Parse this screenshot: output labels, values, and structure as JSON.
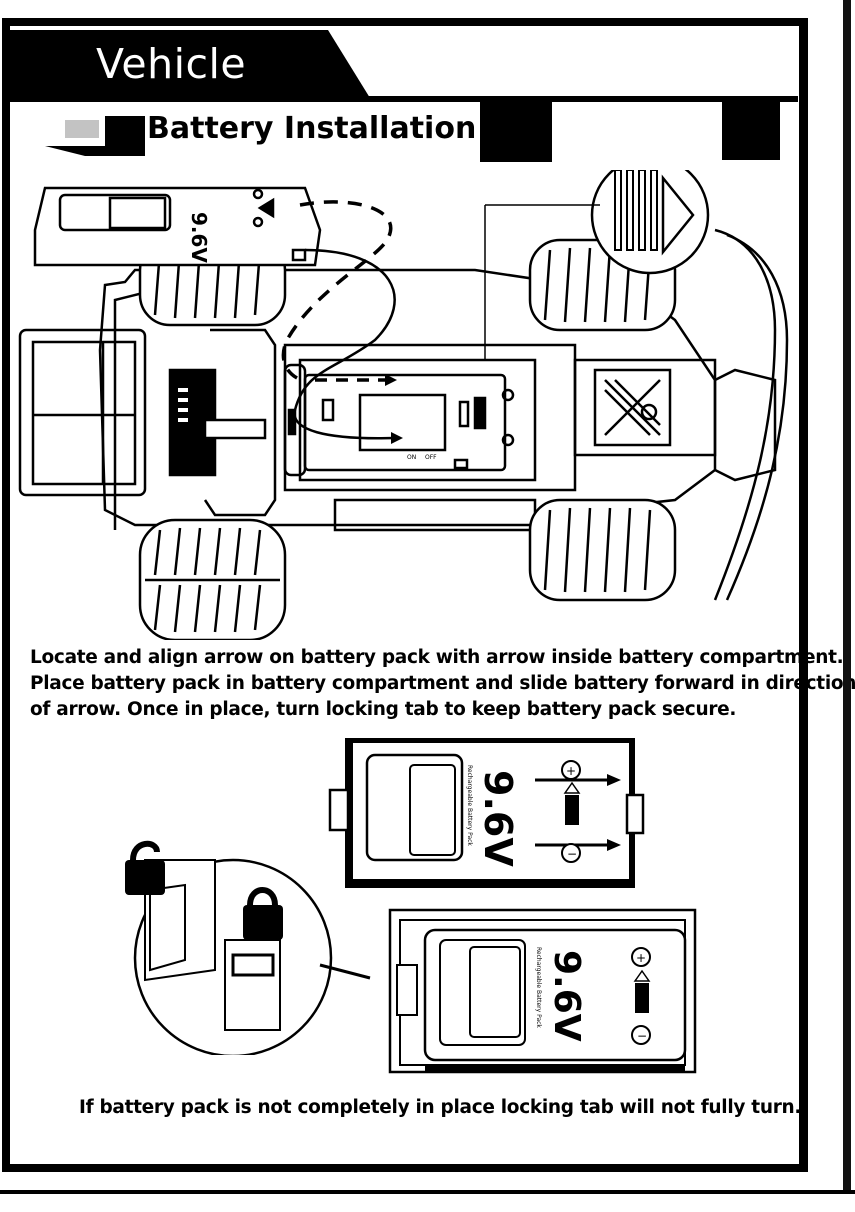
{
  "header": {
    "section_title": "Vehicle",
    "subheading": "Battery Installation"
  },
  "instructions": {
    "line1": "Locate and align arrow on battery pack with arrow inside battery compartment.",
    "line2": "Place battery pack in battery compartment and slide battery forward in direction",
    "line3": "of arrow. Once in place, turn locking tab to keep battery pack secure."
  },
  "battery_pack": {
    "voltage_label": "9.6V",
    "pack_label": "Rechargeable Battery Pack",
    "positive_symbol": "+",
    "negative_symbol": "−"
  },
  "switch_labels": {
    "on": "ON",
    "off": "OFF"
  },
  "warning": "If battery pack is not completely in place locking tab will not fully turn.",
  "icons": [
    "unlocked-padlock-icon",
    "locked-padlock-icon",
    "direction-arrow-icon"
  ],
  "colors": {
    "ink": "#000000",
    "paper": "#ffffff"
  }
}
